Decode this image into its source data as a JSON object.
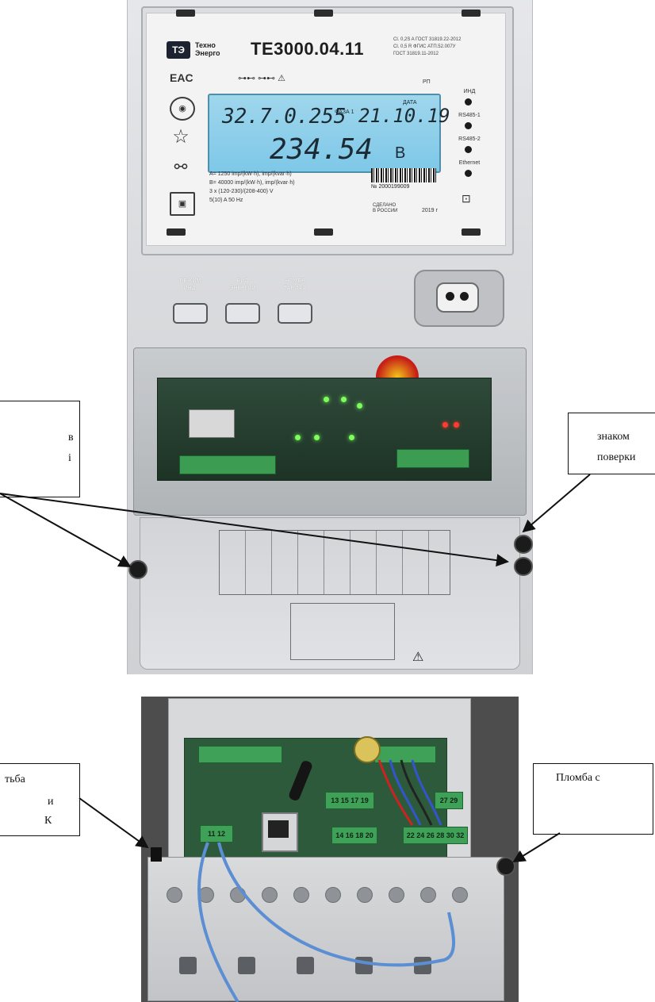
{
  "meter": {
    "brand_line1": "Техно",
    "brand_line2": "Энерго",
    "logo": "ТЭ",
    "model": "ТЕ3000.04.11",
    "gost_lines": [
      "Cl. 0,2S A ГОСТ 31819.22-2012",
      "Cl. 0,5 R ФГИС АТП.52.007У",
      "ГОСТ 31819.11-2012"
    ],
    "lcd_top": "32.7.0.255",
    "lcd_tariff": "ФАЗА 1",
    "lcd_date": "21.10.19",
    "lcd_date_label": "ДАТА",
    "lcd_value": "234.54",
    "lcd_unit": "В",
    "rs_label": "РП",
    "eac": "EAC",
    "indicators": [
      "ИНД",
      "RS485-1",
      "RS485-2",
      "Ethernet"
    ],
    "spec_lines": [
      "A= 1250   imp/(kW·h), imp/(kvar·h)",
      "B= 40000  imp/(kW·h), imp/(kvar·h)",
      "3 x (120-230)/(208-400) V",
      "5(10) A   50 Hz"
    ],
    "serial": "№  2000199009",
    "made_line1": "СДЕЛАНО",
    "made_line2": "В РОССИИ",
    "year": "2019 г",
    "buttons": [
      {
        "line1": "РЕЖИМ",
        "line2": "ИНД."
      },
      {
        "line1": "ВИД",
        "line2": "ЭНЕРГИИ"
      },
      {
        "line1": "НОМЕР",
        "line2": "ТАРИФА"
      }
    ]
  },
  "callouts": {
    "left_top_lines": [
      "в",
      "і"
    ],
    "right_top_lines": [
      "знаком",
      "поверки"
    ],
    "left_bottom_lines": [
      "тьба",
      "и",
      "К"
    ],
    "right_bottom_lines": [
      "Пломба с"
    ]
  },
  "terminals": {
    "row_a": "13 15 17 19",
    "row_b": "14 16 18 20",
    "row_c": "22 24 26 28 30 32",
    "row_d": "27 29",
    "left": "11  12"
  },
  "colors": {
    "lcd": "#8fd0ea",
    "pcb": "#264434",
    "terminal": "#3fa058",
    "cable": "#5b8ed3"
  }
}
